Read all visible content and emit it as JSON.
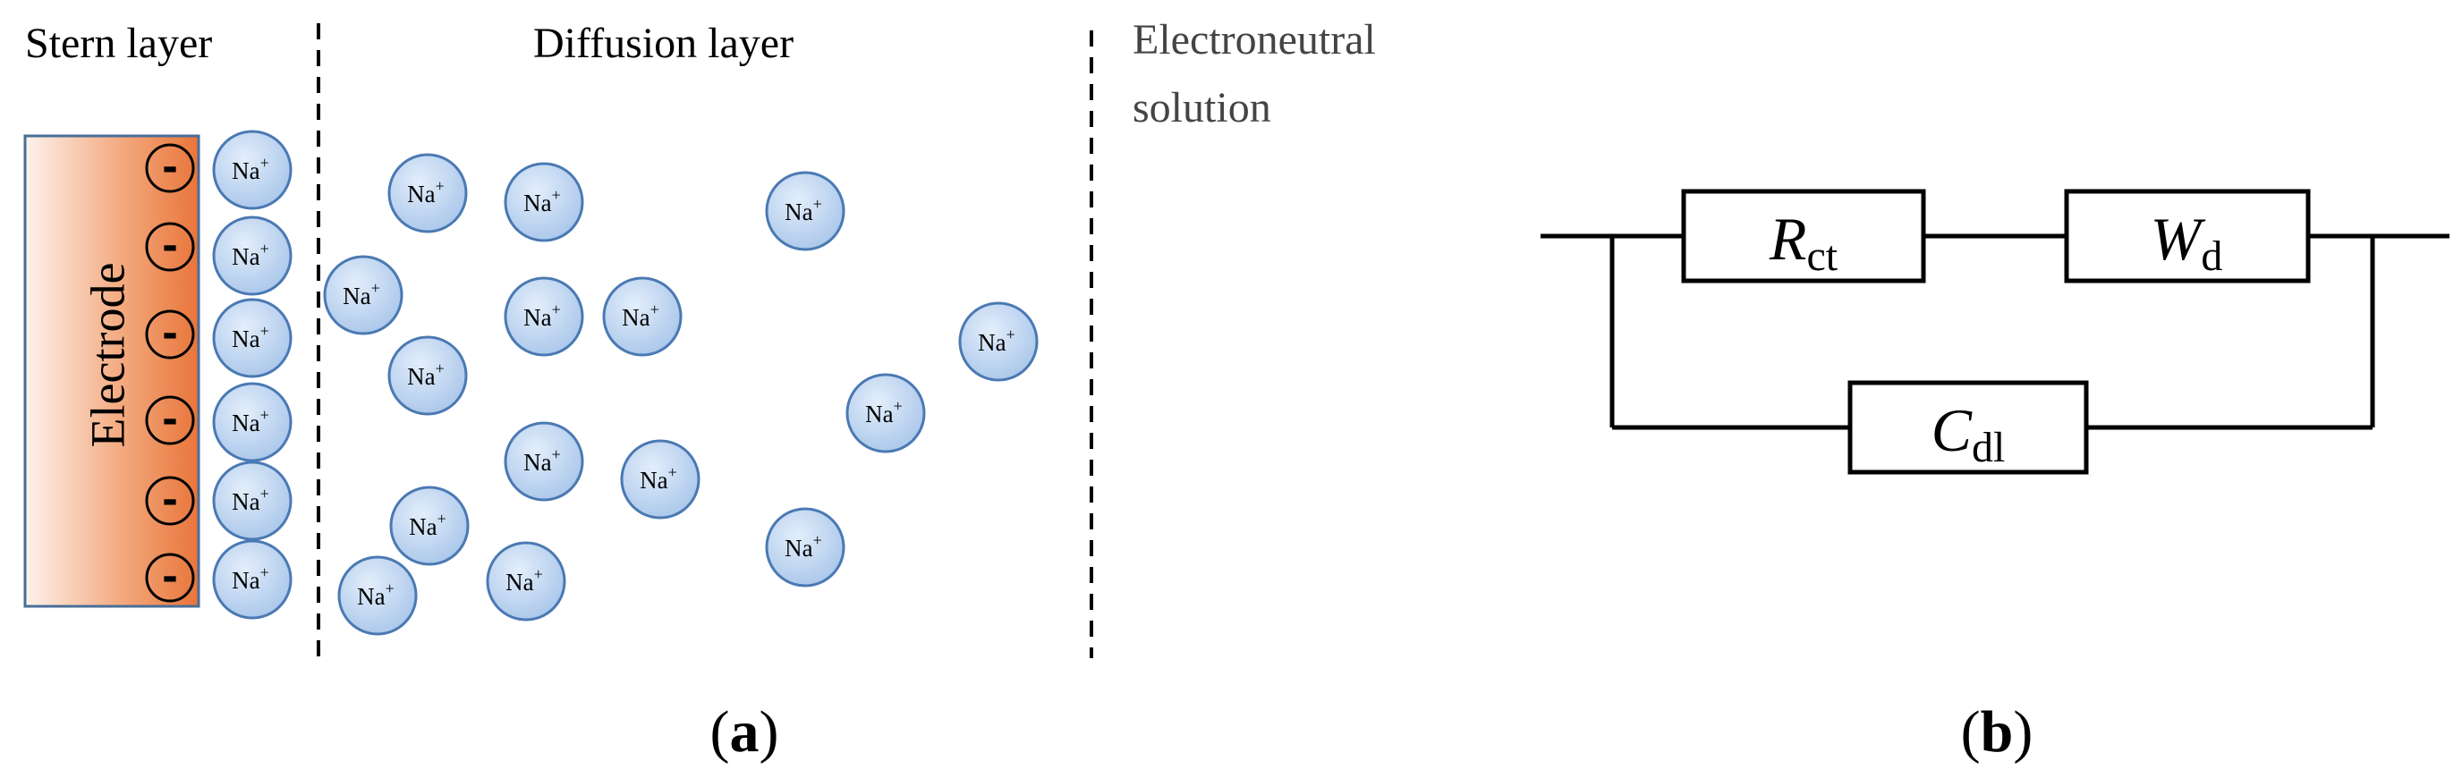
{
  "panel_a": {
    "label_stern": "Stern layer",
    "label_diffusion": "Diffusion layer",
    "label_electroneutral_line1": "Electroneutral",
    "label_electroneutral_line2": "solution",
    "electrode_label": "Electrode",
    "ion_base": "Na",
    "ion_charge": "+",
    "negative_sign": "-",
    "caption_open": "(",
    "caption_letter": "a",
    "caption_close": ")"
  },
  "panel_b": {
    "r_main": "R",
    "r_sub": "ct",
    "w_main": "W",
    "w_sub": "d",
    "c_main": "C",
    "c_sub": "dl",
    "caption_open": "(",
    "caption_letter": "b",
    "caption_close": ")"
  },
  "colors": {
    "electrode_dark": "#e8753a",
    "electrode_light": "#fbe9df",
    "electrode_border": "#4a6e97",
    "ion_fill": "#bcd3ef",
    "ion_stroke": "#4a79b3"
  }
}
